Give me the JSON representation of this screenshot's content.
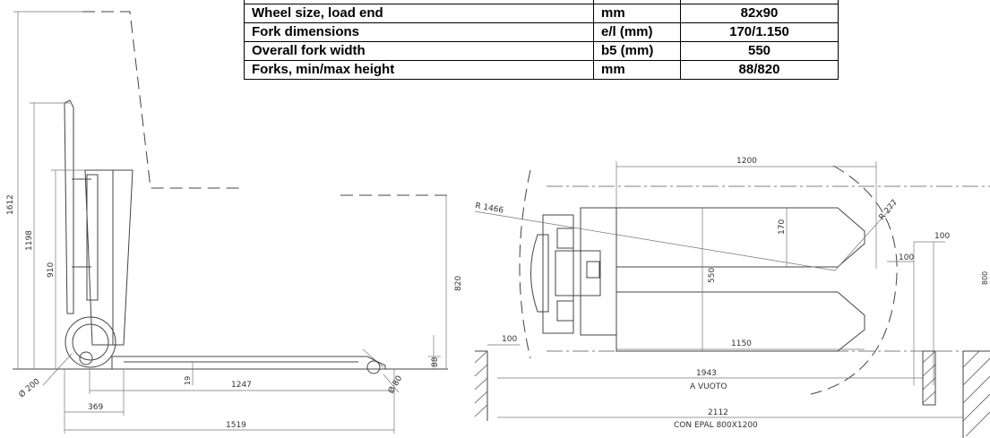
{
  "spec_table": {
    "rows": [
      {
        "label": "Wheel size, load end",
        "unit": "mm",
        "value": "82x90"
      },
      {
        "label": "Fork dimensions",
        "unit": "e/l (mm)",
        "value": "170/1.150"
      },
      {
        "label": "Overall fork width",
        "unit": "b5 (mm)",
        "value": "550"
      },
      {
        "label": "Forks, min/max height",
        "unit": "mm",
        "value": "88/820"
      }
    ]
  },
  "side_view": {
    "dims": {
      "d1612": "1612",
      "d1198": "1198",
      "d910": "910",
      "d820": "820",
      "d88": "88",
      "d19": "19",
      "d1247": "1247",
      "d369": "369",
      "d1519": "1519",
      "wheel_dia": "Ø 200",
      "roller_dia": "Ø 80"
    }
  },
  "top_view": {
    "dims": {
      "d1200": "1200",
      "r1466": "R 1466",
      "r277": "R 277",
      "d170": "170",
      "d550": "550",
      "d1150": "1150",
      "d100_left": "100",
      "d100_mid": "100",
      "d100_right": "100",
      "d800": "800",
      "d1943": "1943",
      "a_vuoto": "A VUOTO",
      "d2112": "2112",
      "con_epal": "CON EPAL 800X1200"
    }
  }
}
